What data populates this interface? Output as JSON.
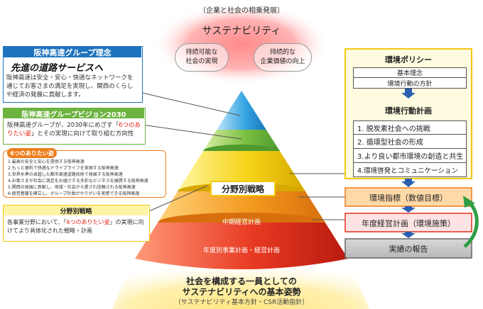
{
  "top": {
    "caption": "〔企業と社会の相乗発展〕",
    "title": "サステナビリティ",
    "left_lines": [
      "持続可能な",
      "社会の実現"
    ],
    "right_lines": [
      "持続的な",
      "企業価値の向上"
    ]
  },
  "philosophy": {
    "header": "阪神高速グループ理念",
    "headline": "先進の道路サービスへ",
    "body": "阪神高速は安全・安心・快適なネットワークを通じてお客さまの満足を実現し、関西のくらしや経済の発展に貢献します。"
  },
  "vision": {
    "header": "阪神高速グループビジョン2030",
    "body_before": "阪神高速グループが、2030年にめざす「",
    "highlight": "6つのありたい姿",
    "body_after": "」とその実現に向けて取り組む方向性"
  },
  "six_states": {
    "header": "6つのありたい姿",
    "items": [
      "1.最高の安全と安心を提供する阪神高速",
      "2.もっと便利で快適なドライブライフを実現する阪神高速",
      "3.世界水準の卓越した都市高速道路技術で発展する阪神高速",
      "4.お客さまや社会に満足をお届けする多彩なビジネスを展開する阪神高速",
      "5.関西の発展に貢献し、地域・社会から愛され信頼される阪神高速",
      "6.経営基盤を確立し、グループ社員がやりがいを実感できる阪神高速"
    ]
  },
  "field_strategy": {
    "header": "分野別戦略",
    "body_before": "各事業分野において、「",
    "highlight": "6つのありたい姿",
    "body_after": "」の実現に向けてより具体化された戦略・計画"
  },
  "pyramid": {
    "field_strategy_label": "分野別戦略",
    "mid_term_label": "中期経営計画",
    "annual_label": "年度別事業計画・経営計画"
  },
  "base": {
    "line1": "社会を構成する一員としての",
    "line2": "サステナビリティへの基本姿勢",
    "line3": "（サステナビリティ基本方針・CSR活動指針）"
  },
  "env_policy": {
    "header": "環境ポリシー",
    "items": [
      "基本理念",
      "環境行動の方針"
    ]
  },
  "env_plan": {
    "header": "環境行動計画",
    "items": [
      "1. 脱炭素社会への挑戦",
      "2. 循環型社会の形成",
      "3.より良い都市環境の創造と共生",
      "4.環境啓発とコミュニケーション"
    ]
  },
  "flow": {
    "indicator": "環境指標（数値目標）",
    "annual_plan": "年度経営計画（環境施策）",
    "report": "実績の報告"
  },
  "colors": {
    "blue": "#1e73be",
    "green": "#6cb33f",
    "orange": "#ed7d1c",
    "yellow": "#f2c811",
    "red": "#e0301e",
    "highlight": "#e8251c"
  }
}
